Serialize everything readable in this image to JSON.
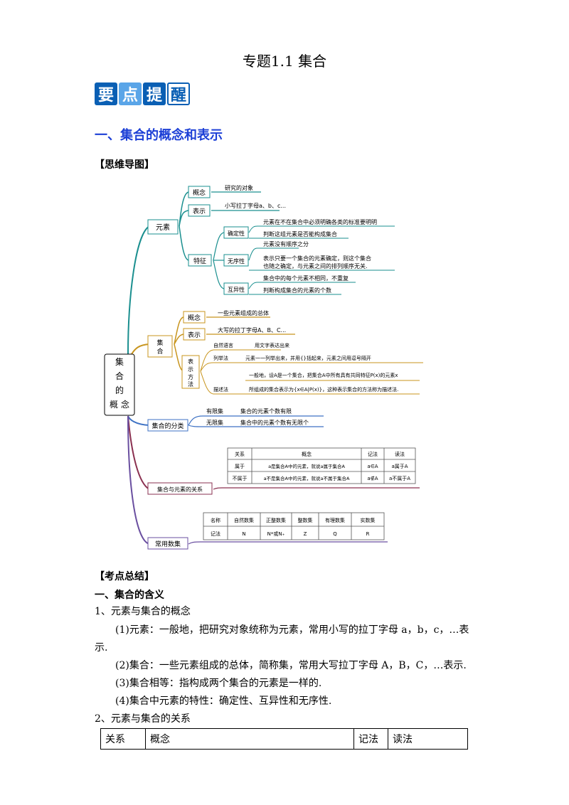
{
  "doc_title": "专题1.1  集合",
  "badge": [
    "要",
    "点",
    "提",
    "醒"
  ],
  "section1_title": "一、集合的概念和表示",
  "mindmap_label": "【思维导图】",
  "mindmap": {
    "root": "集合的概念",
    "yuansu": "元素",
    "gainian": "概念",
    "gainian_desc": "研究的对象",
    "biaoshi": "表示",
    "biaoshi_desc": "小写拉丁字母a、b、c...",
    "tezheng": "特征",
    "queding": "确定性",
    "queding_d1": "元素在不在集合中必须明确各类的标准要明明",
    "queding_d2": "判断这组元素是否能构成集合",
    "wuxu": "无序性",
    "wuxu_d1": "元素没有顺序之分",
    "wuxu_d2": "表示只要一个集合的元素确定，则这个集合",
    "wuxu_d3": "也随之确定，与元素之间的排列顺序无关.",
    "huyi": "互异性",
    "huyi_d1": "集合中的每个元素不相同，不重复",
    "huyi_d2": "判断构成集合的元素的个数",
    "jihe": "集合",
    "jh_gainian": "概念",
    "jh_gainian_desc": "一些元素组成的总体",
    "jh_biaoshi": "表示",
    "jh_biaoshi_desc": "大写的拉丁字母A、B、C...",
    "fangfa": "表示方法",
    "ziran": "自然语言",
    "ziran_desc": "用文字表达出来",
    "liejufa": "列举法",
    "liejufa_desc": "元素一一列举出来，并用{}括起来，元素之间用逗号隔开",
    "miaoshufa": "描述法",
    "miaoshufa_d1": "一般地，设A是一个集合，把集合A中所有具有共同特征P(x)的元素x",
    "miaoshufa_d2": "所组成的集合表示为{x∈A|P(x)}，这种表示集合的方法称为描述法.",
    "fenlei": "集合的分类",
    "youxian": "有限集",
    "youxian_desc": "集合的元素个数有限",
    "wuxian": "无限集",
    "wuxian_desc": "集合中的元素个数有无限个",
    "guanxi": "集合与元素的关系",
    "rel_headers": [
      "关系",
      "概念",
      "记法",
      "读法"
    ],
    "rel_rows": [
      [
        "属于",
        "a是集合A中的元素，就说a属于集合A",
        "a∈A",
        "a属于A"
      ],
      [
        "不属于",
        "a不是集合A中的元素，就说a不属于集合A",
        "a∉A",
        "a不属于A"
      ]
    ],
    "changyong": "常用数集",
    "num_headers": [
      "名称",
      "自然数集",
      "正整数集",
      "整数集",
      "有理数集",
      "实数集"
    ],
    "num_row": [
      "记法",
      "N",
      "N*或N₊",
      "Z",
      "Q",
      "R"
    ]
  },
  "summary_label": "【考点总结】",
  "s1": "一、集合的含义",
  "s1_1": "1、元素与集合的概念",
  "p1a": "(1)元素：一般地，把研究对象统称为元素，常用小写的拉丁字母 a，b，c，…表",
  "p1b": "示.",
  "p2": "(2)集合：一些元素组成的总体，简称集，常用大写拉丁字母 A，B，C，…表示.",
  "p3": "(3)集合相等：指构成两个集合的元素是一样的.",
  "p4": "(4)集合中元素的特性：确定性、互异性和无序性.",
  "s1_2": "2、元素与集合的关系",
  "table_headers": [
    "关系",
    "概念",
    "记法",
    "读法"
  ],
  "colors": {
    "heading_blue": "#1c3fd6",
    "teal": "#1a8f8f",
    "gold": "#c8951e",
    "purple": "#6a4fa0",
    "maroon": "#8a3050"
  }
}
